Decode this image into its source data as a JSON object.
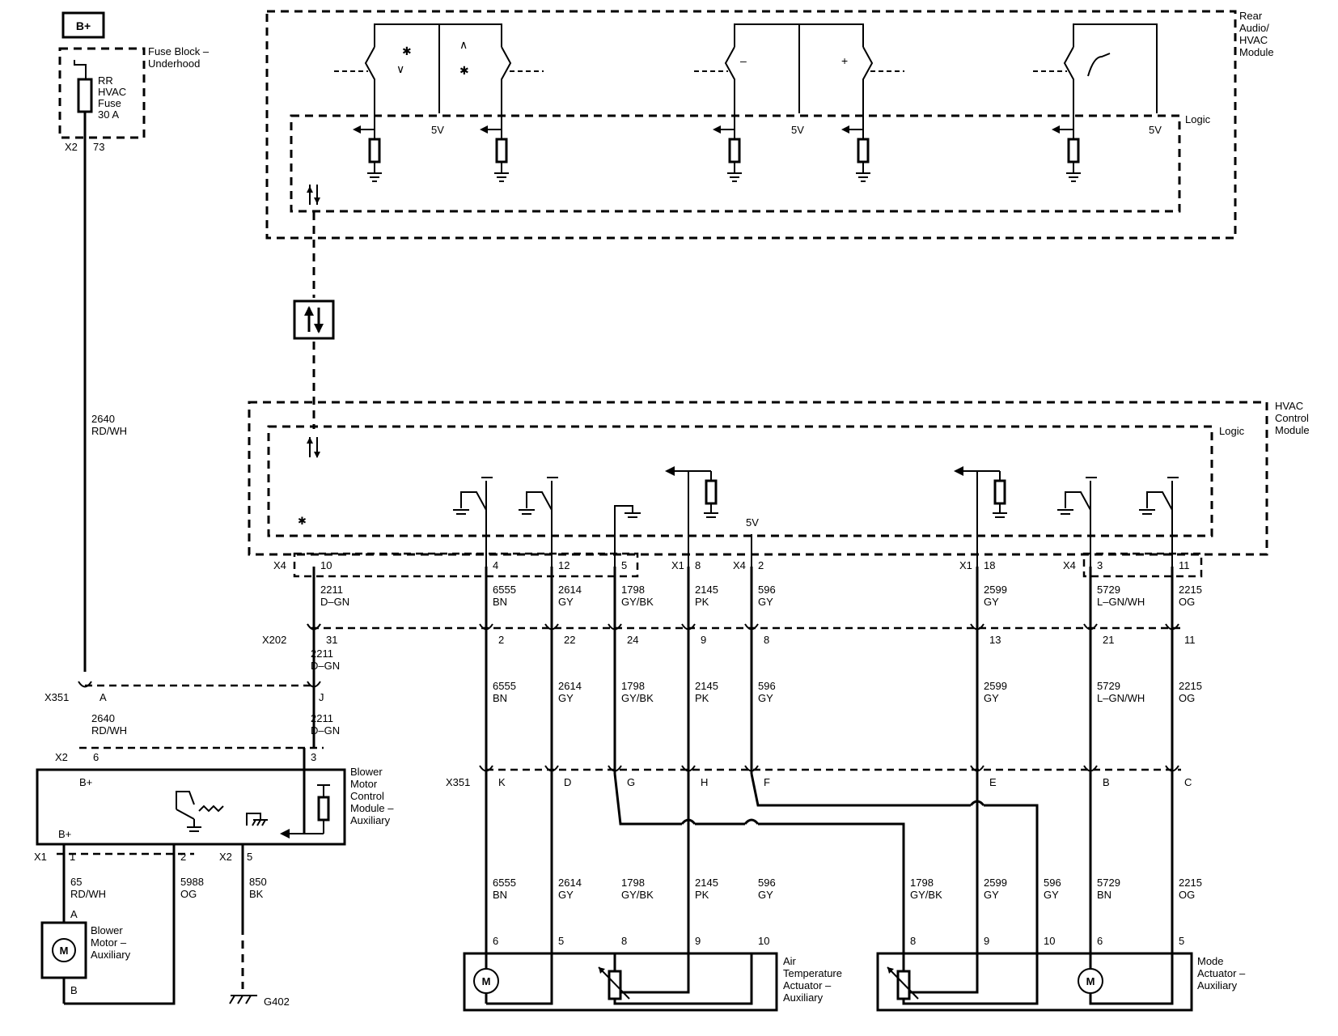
{
  "power": {
    "source": "B+",
    "fuse_block": [
      "Fuse Block –",
      "Underhood"
    ],
    "fuse": [
      "RR",
      "HVAC",
      "Fuse",
      "30 A"
    ],
    "fuse_conn": "X2",
    "fuse_pin": "73",
    "feed_wire": [
      "2640",
      "RD/WH"
    ]
  },
  "rear_module": {
    "name": [
      "Rear",
      "Audio/",
      "HVAC",
      "Module"
    ],
    "logic": "Logic",
    "v5": "5V",
    "plus": "+",
    "minus": "–"
  },
  "hvac_module": {
    "name": [
      "HVAC",
      "Control",
      "Module"
    ],
    "logic": "Logic",
    "v5": "5V"
  },
  "hvac_connectors": {
    "x4": "X4",
    "x1": "X1"
  },
  "hvac_pins": [
    {
      "pin": "10",
      "wire": "2211",
      "color": "D–GN"
    },
    {
      "pin": "4",
      "wire": "6555",
      "color": "BN"
    },
    {
      "pin": "12",
      "wire": "2614",
      "color": "GY"
    },
    {
      "pin": "5",
      "wire": "1798",
      "color": "GY/BK"
    },
    {
      "pin": "8",
      "wire": "2145",
      "color": "PK"
    },
    {
      "pin": "2",
      "wire": "596",
      "color": "GY"
    },
    {
      "pin": "18",
      "wire": "2599",
      "color": "GY"
    },
    {
      "pin": "3",
      "wire": "5729",
      "color": "L–GN/WH"
    },
    {
      "pin": "11",
      "wire": "2215",
      "color": "OG"
    }
  ],
  "x202": {
    "name": "X202",
    "pins": [
      "31",
      "2",
      "22",
      "24",
      "9",
      "8",
      "13",
      "21",
      "11"
    ]
  },
  "lower_wires": [
    {
      "wire": "2211",
      "color": "D–GN"
    },
    {
      "wire": "6555",
      "color": "BN"
    },
    {
      "wire": "2614",
      "color": "GY"
    },
    {
      "wire": "1798",
      "color": "GY/BK"
    },
    {
      "wire": "2145",
      "color": "PK"
    },
    {
      "wire": "596",
      "color": "GY"
    },
    {
      "wire": "2599",
      "color": "GY"
    },
    {
      "wire": "5729",
      "color": "L–GN/WH"
    },
    {
      "wire": "2215",
      "color": "OG"
    }
  ],
  "x351": {
    "name": "X351",
    "pins_left": [
      "A",
      "J"
    ],
    "pins": [
      "K",
      "D",
      "G",
      "H",
      "F",
      "E",
      "B",
      "C"
    ],
    "left_wires": [
      {
        "wire": "2640",
        "color": "RD/WH"
      },
      {
        "wire": "2211",
        "color": "D–GN"
      }
    ]
  },
  "blower_module": {
    "name": [
      "Blower",
      "Motor",
      "Control",
      "Module –",
      "Auxiliary"
    ],
    "bplus": "B+",
    "x2": "X2",
    "x2_pins": [
      "6",
      "3"
    ],
    "x1": "X1",
    "pin1": "1",
    "pin2": "2",
    "x2b": "X2",
    "pin5": "5"
  },
  "blower_wires": [
    {
      "wire": "65",
      "color": "RD/WH"
    },
    {
      "wire": "5988",
      "color": "OG"
    },
    {
      "wire": "850",
      "color": "BK"
    }
  ],
  "blower_motor": {
    "name": [
      "Blower",
      "Motor –",
      "Auxiliary"
    ],
    "pin_a": "A",
    "pin_b": "B",
    "symbol": "M"
  },
  "ground": {
    "name": "G402"
  },
  "actuator_wires": [
    {
      "wire": "6555",
      "color": "BN"
    },
    {
      "wire": "2614",
      "color": "GY"
    },
    {
      "wire": "1798",
      "color": "GY/BK"
    },
    {
      "wire": "2145",
      "color": "PK"
    },
    {
      "wire": "596",
      "color": "GY"
    },
    {
      "wire": "1798",
      "color": "GY/BK"
    },
    {
      "wire": "2599",
      "color": "GY"
    },
    {
      "wire": "596",
      "color": "GY"
    },
    {
      "wire": "5729",
      "color": "BN"
    },
    {
      "wire": "2215",
      "color": "OG"
    }
  ],
  "air_temp_actuator": {
    "name": [
      "Air",
      "Temperature",
      "Actuator –",
      "Auxiliary"
    ],
    "pins": [
      "6",
      "5",
      "8",
      "9",
      "10"
    ],
    "symbol": "M"
  },
  "mode_actuator": {
    "name": [
      "Mode",
      "Actuator –",
      "Auxiliary"
    ],
    "pins": [
      "8",
      "9",
      "10",
      "6",
      "5"
    ],
    "symbol": "M"
  }
}
